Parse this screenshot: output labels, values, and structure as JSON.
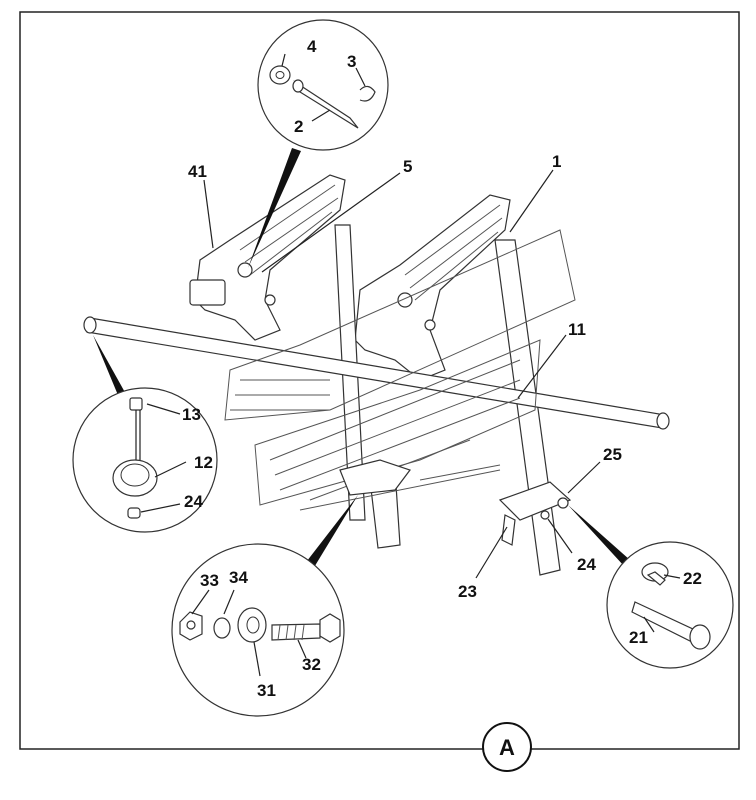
{
  "diagram": {
    "reference_label": "A",
    "callouts": {
      "c1": "1",
      "c2": "2",
      "c3": "3",
      "c4": "4",
      "c5": "5",
      "c41": "41",
      "c11": "11",
      "c12": "12",
      "c13": "13",
      "c24a": "24",
      "c24b": "24",
      "c25": "25",
      "c23": "23",
      "c22": "22",
      "c21": "21",
      "c31": "31",
      "c32": "32",
      "c33": "33",
      "c34": "34"
    }
  }
}
